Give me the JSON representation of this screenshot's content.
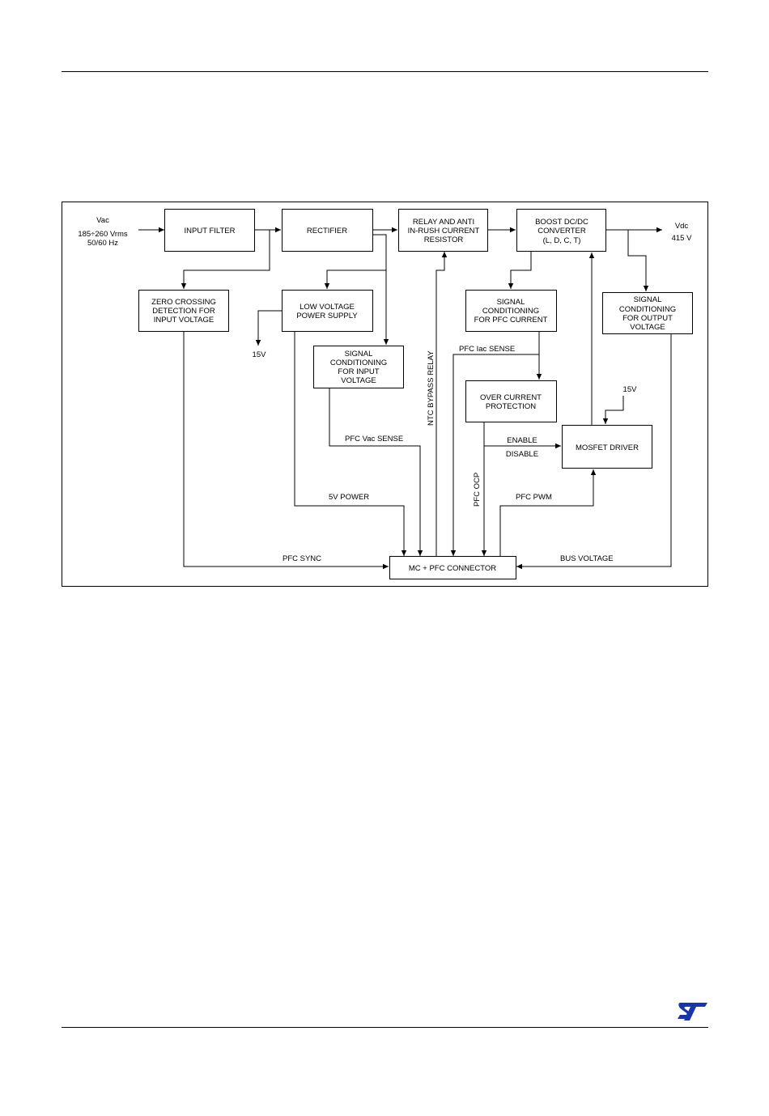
{
  "blocks": {
    "input_filter": [
      "INPUT FILTER"
    ],
    "rectifier": [
      "RECTIFIER"
    ],
    "relay": [
      "RELAY AND ANTI",
      "IN-RUSH CURRENT",
      "RESISTOR"
    ],
    "boost": [
      "BOOST DC/DC",
      "CONVERTER",
      "(L, D, C, T)"
    ],
    "zero_crossing": [
      "ZERO CROSSING",
      "DETECTION FOR",
      "INPUT VOLTAGE"
    ],
    "low_voltage_psu": [
      "LOW VOLTAGE",
      "POWER SUPPLY"
    ],
    "sig_cond_input": [
      "SIGNAL",
      "CONDITIONING",
      "FOR INPUT",
      "VOLTAGE"
    ],
    "sig_cond_pfc_current": [
      "SIGNAL",
      "CONDITIONING",
      "FOR PFC CURRENT"
    ],
    "sig_cond_output": [
      "SIGNAL",
      "CONDITIONING",
      "FOR OUTPUT",
      "VOLTAGE"
    ],
    "over_current": [
      "OVER CURRENT",
      "PROTECTION"
    ],
    "mosfet_driver": [
      "MOSFET DRIVER"
    ],
    "mc_connector": [
      "MC + PFC CONNECTOR"
    ]
  },
  "labels": {
    "vac": "Vac",
    "vac_range": "185÷260 Vrms",
    "vac_freq": "50/60 Hz",
    "vdc": "Vdc",
    "vdc_value": "415 V",
    "out_15v": "15V",
    "driver_15v": "15V",
    "pfc_vac_sense": "PFC Vac SENSE",
    "pfc_iac_sense": "PFC Iac SENSE",
    "power_5v": "5V POWER",
    "pfc_sync": "PFC SYNC",
    "bus_voltage": "BUS VOLTAGE",
    "ntc_bypass_relay": "NTC BYPASS RELAY",
    "pfc_ocp": "PFC OCP",
    "pfc_pwm": "PFC PWM",
    "enable": "ENABLE",
    "disable": "DISABLE"
  },
  "logo": {
    "name": "st-logo-icon",
    "color": "#1a35a8"
  }
}
